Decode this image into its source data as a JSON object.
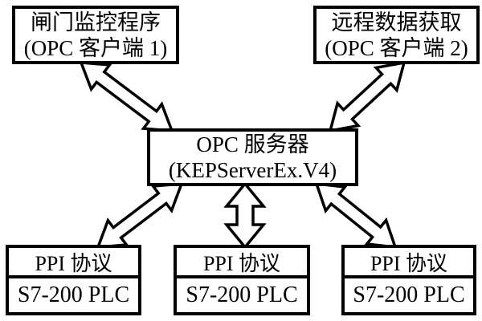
{
  "diagram": {
    "background_color": "#ffffff",
    "line_color": "#000000",
    "box_fill_color": "#ffffff",
    "nodes": {
      "client1": {
        "title": "闸门监控程序",
        "subtitle": "(OPC 客户端 1)"
      },
      "client2": {
        "title": "远程数据获取",
        "subtitle": "(OPC 客户端 2)"
      },
      "server": {
        "title": "OPC 服务器",
        "subtitle": "(KEPServerEx.V4)"
      },
      "plc1": {
        "protocol": "PPI 协议",
        "device": "S7-200 PLC"
      },
      "plc2": {
        "protocol": "PPI 协议",
        "device": "S7-200 PLC"
      },
      "plc3": {
        "protocol": "PPI 协议",
        "device": "S7-200 PLC"
      }
    },
    "connections": [
      {
        "from": "client1",
        "to": "server",
        "bidirectional": true
      },
      {
        "from": "client2",
        "to": "server",
        "bidirectional": true
      },
      {
        "from": "server",
        "to": "plc1",
        "bidirectional": true
      },
      {
        "from": "server",
        "to": "plc2",
        "bidirectional": true
      },
      {
        "from": "server",
        "to": "plc3",
        "bidirectional": true
      }
    ]
  }
}
